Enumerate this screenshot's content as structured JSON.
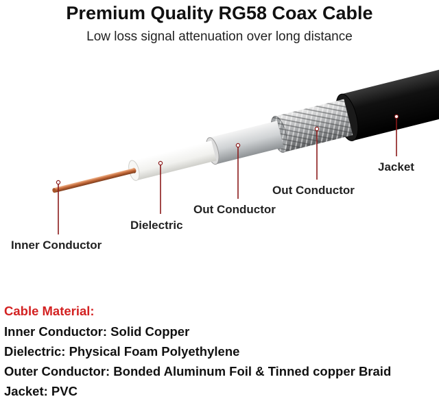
{
  "header": {
    "title": "Premium Quality RG58 Coax Cable",
    "subtitle": "Low loss signal attenuation over long distance"
  },
  "labels": {
    "inner_conductor": "Inner Conductor",
    "dielectric": "Dielectric",
    "out_conductor_foil": "Out Conductor",
    "out_conductor_braid": "Out Conductor",
    "jacket": "Jacket"
  },
  "specs": {
    "heading": "Cable Material:",
    "lines": [
      "Inner Conductor: Solid Copper",
      "Dielectric: Physical Foam Polyethylene",
      "Outer Conductor: Bonded Aluminum Foil & Tinned copper Braid",
      "Jacket: PVC"
    ]
  },
  "colors": {
    "accent_red": "#d32222",
    "leader_line": "#8b1a1a",
    "copper": "#c46a3a",
    "jacket": "#111111"
  }
}
